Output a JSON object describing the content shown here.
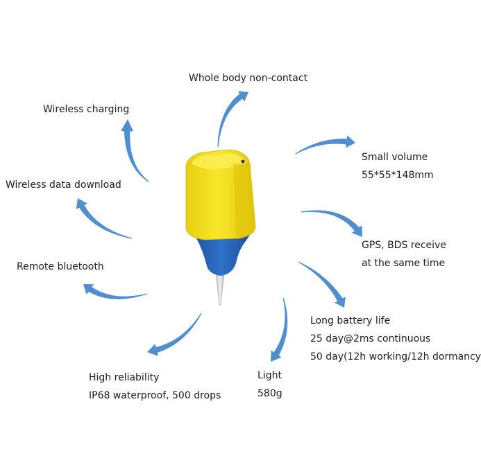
{
  "device": {
    "icon": "yellow-blue-wireless-sensor-device"
  },
  "colors": {
    "arrow": "#4f8fd0",
    "body_yellow": "#f2de1c",
    "base_blue": "#2461b8",
    "probe": "#d9d9d9"
  },
  "features": [
    {
      "key": "whole-body",
      "lines": [
        "Whole body non-contact"
      ]
    },
    {
      "key": "wireless-charging",
      "lines": [
        "Wireless charging"
      ]
    },
    {
      "key": "small-volume",
      "lines": [
        "Small volume",
        "55*55*148mm"
      ]
    },
    {
      "key": "wireless-data",
      "lines": [
        "Wireless data download"
      ]
    },
    {
      "key": "gps-bds",
      "lines": [
        "GPS, BDS receive",
        "at the same time"
      ]
    },
    {
      "key": "remote-bluetooth",
      "lines": [
        "Remote bluetooth"
      ]
    },
    {
      "key": "long-battery",
      "lines": [
        "Long battery life",
        "25 day@2ms continuous",
        "50 day(12h working/12h dormancy"
      ]
    },
    {
      "key": "light",
      "lines": [
        "Light",
        "580g"
      ]
    },
    {
      "key": "high-reliability",
      "lines": [
        "High reliability",
        "IP68 waterproof, 500 drops"
      ]
    }
  ]
}
